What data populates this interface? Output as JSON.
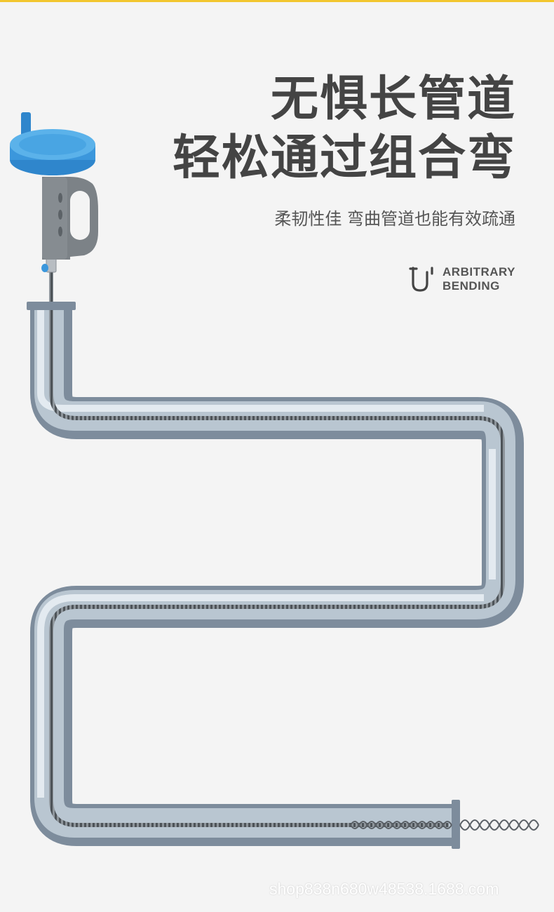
{
  "headline": {
    "line1": "无惧长管道",
    "line2": "轻松通过组合弯"
  },
  "subtitle": "柔韧性佳 弯曲管道也能有效疏通",
  "badge": {
    "icon": "pipe-bend-icon",
    "line1": "ARBITRARY",
    "line2": "BENDING"
  },
  "watermark": "shop838n680w48538.1688.com",
  "colors": {
    "background": "#f4f4f4",
    "accent_top_line": "#f2c62f",
    "pipe_outer": "#7d8c9c",
    "pipe_inner": "#b9c6d1",
    "pipe_highlight": "#e3eaf0",
    "drum_blue": "#3b97dc",
    "handle_gray": "#7c8287",
    "text_dark": "#444444"
  }
}
